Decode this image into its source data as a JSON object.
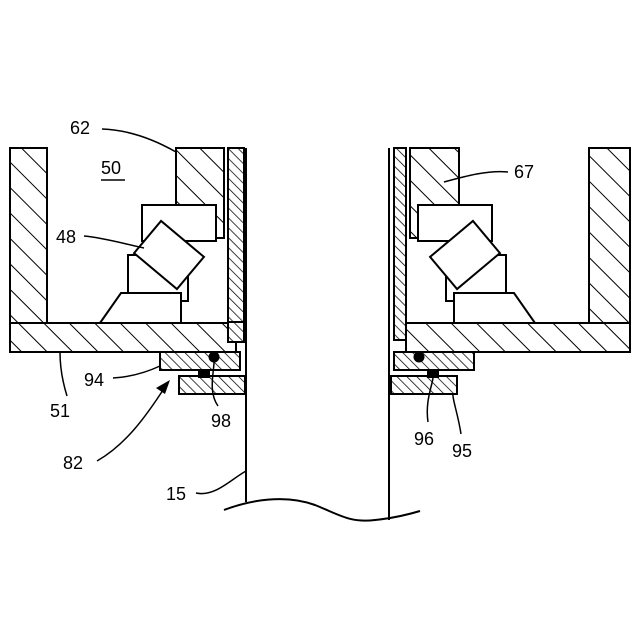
{
  "labels": {
    "l15": "15",
    "l48": "48",
    "l50": "50",
    "l51": "51",
    "l62": "62",
    "l67": "67",
    "l82": "82",
    "l94": "94",
    "l95": "95",
    "l96": "96",
    "l98": "98"
  }
}
